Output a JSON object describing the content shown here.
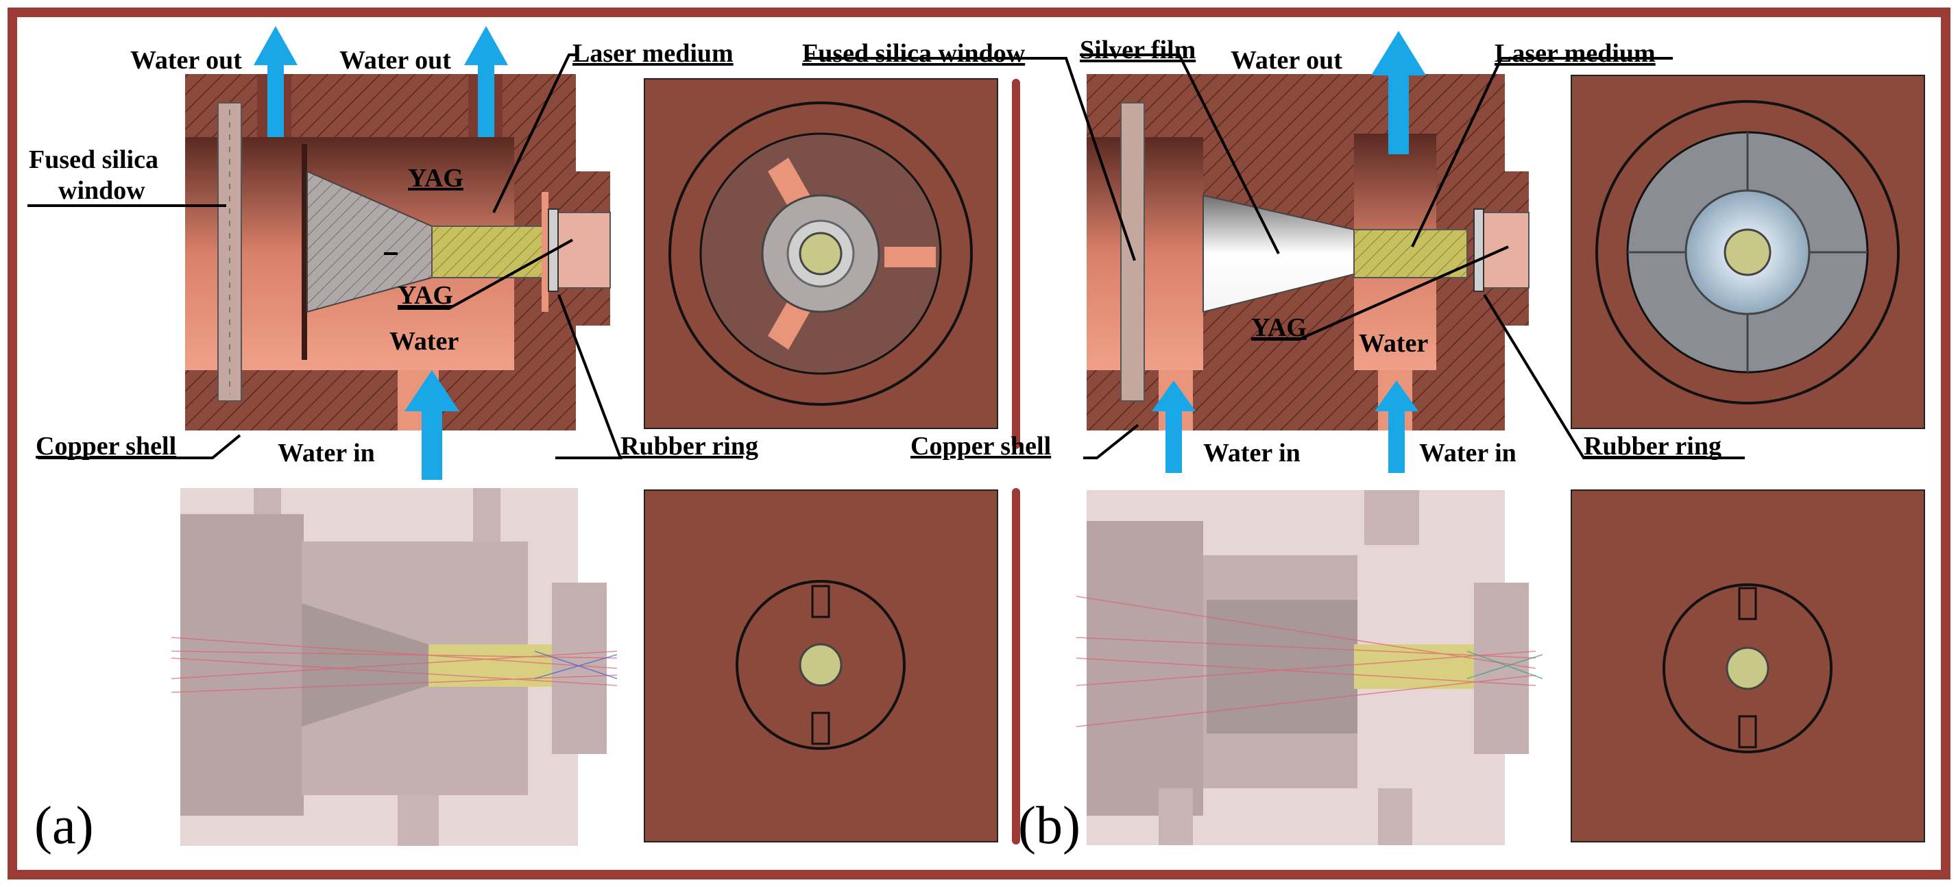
{
  "figure": {
    "panel_a": {
      "tag": "(a)",
      "labels": {
        "water_out_1": "Water out",
        "water_out_2": "Water out",
        "laser_medium": "Laser medium",
        "fused_silica_1": "Fused silica",
        "fused_silica_2": "window",
        "yag_top": "YAG",
        "yag_bottom": "YAG",
        "water": "Water",
        "copper_shell": "Copper shell",
        "water_in": "Water in",
        "rubber_ring": "Rubber ring"
      }
    },
    "panel_b": {
      "tag": "(b)",
      "labels": {
        "fused_silica_window": "Fused silica window",
        "silver_film": "Silver film",
        "water_out": "Water out",
        "laser_medium": "Laser medium",
        "yag": "YAG",
        "water": "Water",
        "copper_shell": "Copper shell",
        "water_in_1": "Water in",
        "water_in_2": "Water in",
        "rubber_ring": "Rubber ring"
      }
    },
    "colors": {
      "frame": "#9c3b36",
      "copper_dark": "#8b4a3c",
      "copper_light": "#e8957c",
      "arrow": "#1aa7e8",
      "yag": "#c8c060",
      "render_gray": "#d8c4c4"
    }
  }
}
